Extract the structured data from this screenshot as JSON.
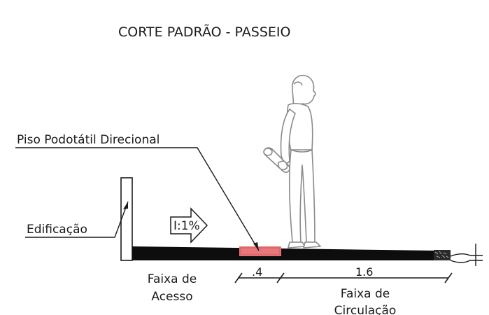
{
  "title": "CORTE PADRÃO - PASSEIO",
  "labels": {
    "piso": "Piso Podotátil Direcional",
    "edificacao": "Edificação",
    "slope": "I:1%",
    "faixa_acesso_1": "Faixa de",
    "faixa_acesso_2": "Acesso",
    "faixa_circulacao_1": "Faixa de",
    "faixa_circulacao_2": "Circulação"
  },
  "dimensions": {
    "tactile_width": ".4",
    "circulation_width": "1.6"
  },
  "colors": {
    "line": "#1a1a1a",
    "tactile": "#e8767a",
    "figure": "#8a8a8a",
    "sidewalk": "#0d0d0d"
  },
  "icons": [
    "slope-arrow-icon",
    "person-figure-icon",
    "terrain-hatch-icon"
  ]
}
